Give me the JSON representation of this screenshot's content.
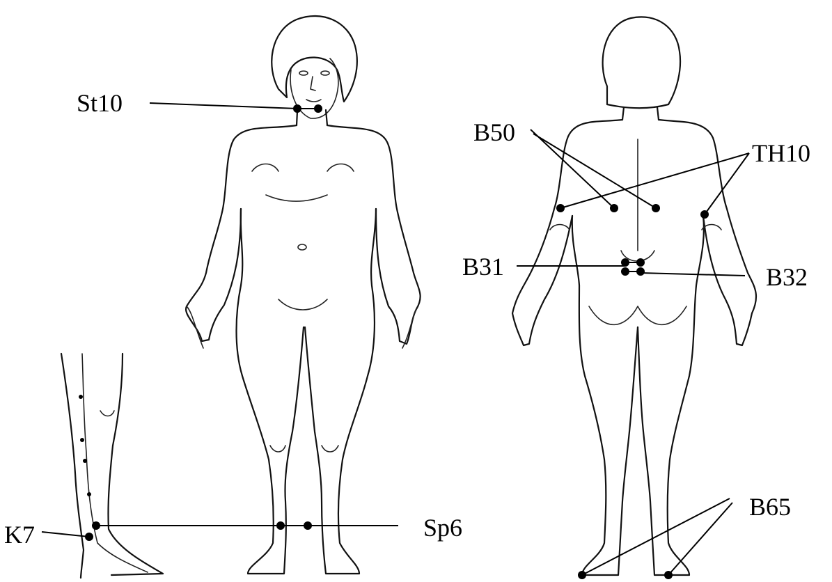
{
  "figures": {
    "front": "female-body-front",
    "back": "female-body-back",
    "leg": "lower-leg-side"
  },
  "labels": {
    "st10": "St10",
    "b50": "B50",
    "th10": "TH10",
    "b31": "B31",
    "b32": "B32",
    "k7": "K7",
    "sp6": "Sp6",
    "b65": "B65"
  },
  "colors": {
    "line": "#000000",
    "background": "#ffffff"
  }
}
